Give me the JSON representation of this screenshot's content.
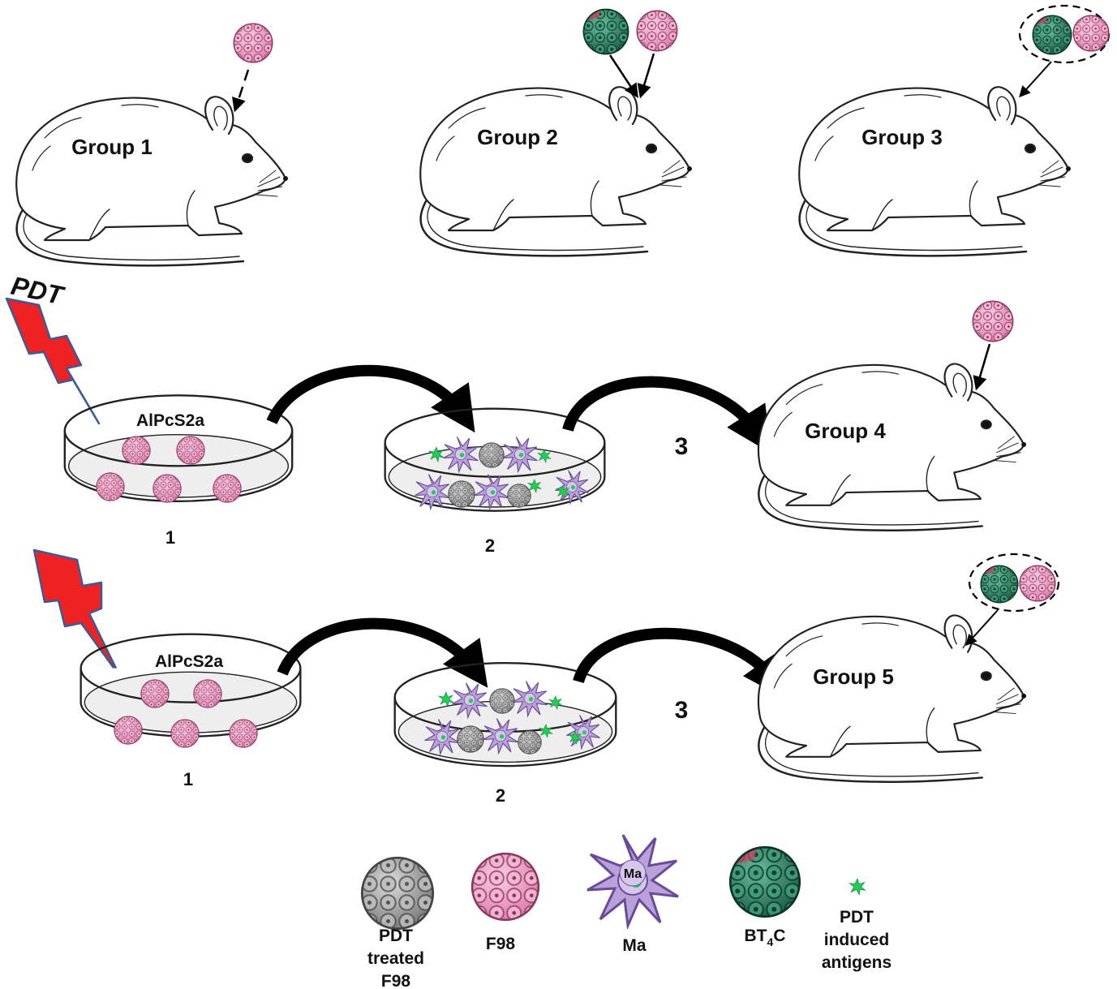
{
  "labels": {
    "group1": "Group 1",
    "group2": "Group 2",
    "group3": "Group 3",
    "group4": "Group 4",
    "group5": "Group 5",
    "pdt": "PDT",
    "drug_a": "AlPcS2a",
    "drug_b": "AlPcS2a",
    "step1_a": "1",
    "step2_a": "2",
    "step3_a": "3",
    "step1_b": "1",
    "step2_b": "2",
    "step3_b": "3"
  },
  "legend": {
    "pdt_treated": [
      "PDT",
      "treated",
      "F98"
    ],
    "f98": "F98",
    "ma_icon": "Ma",
    "ma": "Ma",
    "bt4c_main": "BT",
    "bt4c_sub": "4",
    "bt4c_end": "C",
    "antigens": [
      "PDT",
      "induced",
      "antigens"
    ]
  },
  "colors": {
    "f98_cell": "#e8a0c4",
    "bt4c_cell": "#2e8b6e",
    "pdt_treated_cell": "#9a9a9a",
    "macrophage": "#b8a2d8",
    "antigen": "#22cc55",
    "lightning": "#ee2222"
  },
  "icons": [
    "rat-icon",
    "lightning-icon",
    "petri-dish-icon",
    "curved-arrow-icon",
    "cell-icon",
    "macrophage-icon",
    "antigen-icon"
  ]
}
